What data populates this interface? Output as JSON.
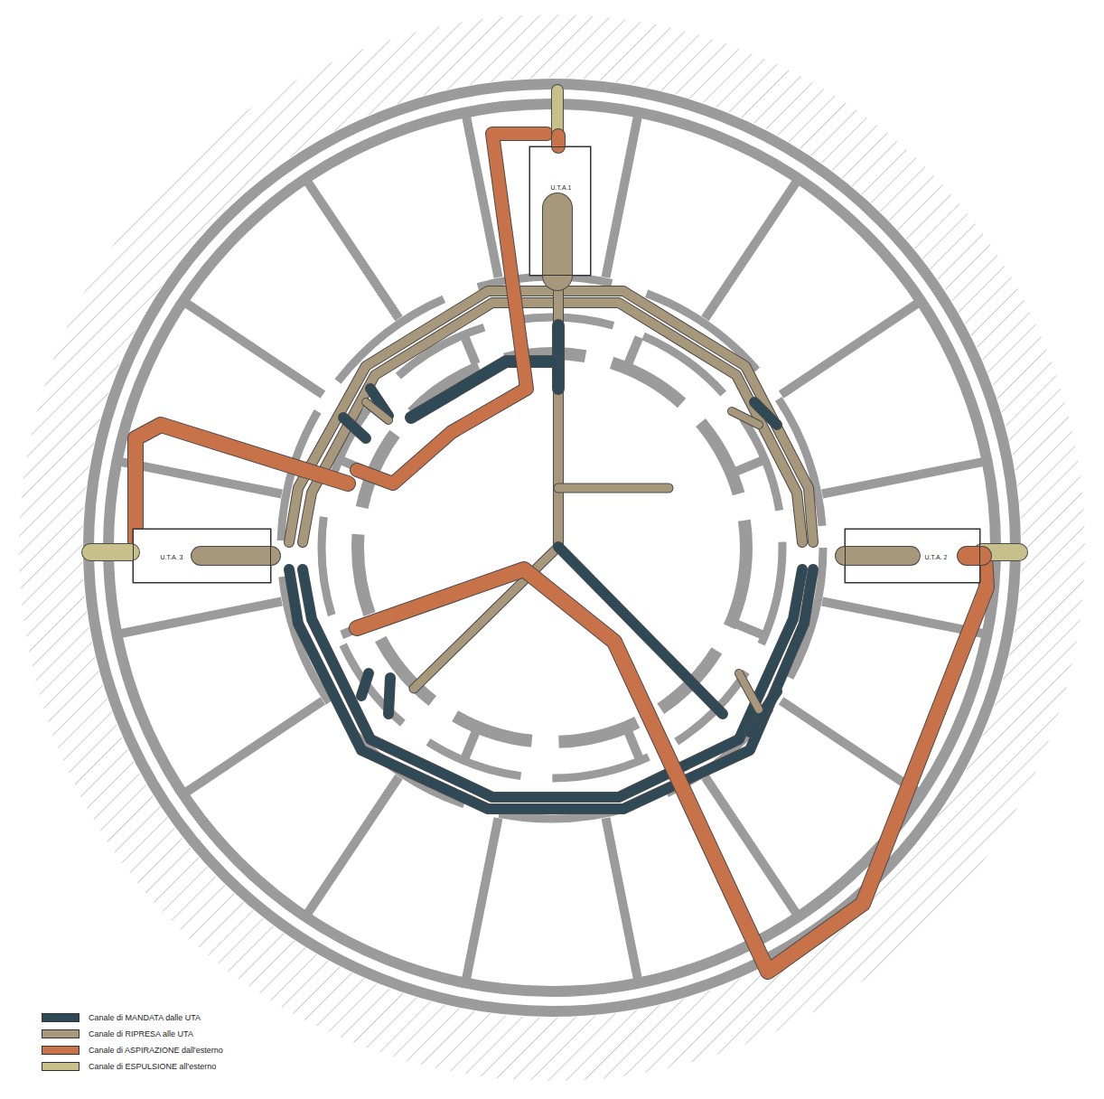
{
  "diagram": {
    "nodes": [
      {
        "text": [
          "U.T.A.1"
        ]
      },
      {
        "text": [
          "U.T.A. 3"
        ]
      },
      {
        "text": [
          "U.T.A. 2"
        ]
      }
    ],
    "legend": [
      {
        "text": "Canale di MANDATA dalle UTA",
        "color": "#2f4957"
      },
      {
        "text": "Canale di RIPRESA alle UTA",
        "color": "#a7977b"
      },
      {
        "text": "Canale di ASPIRAZIONE dall'esterno",
        "color": "#c8724a"
      },
      {
        "text": "Canale di ESPULSIONE all'esterno",
        "color": "#c8c08b"
      }
    ]
  }
}
